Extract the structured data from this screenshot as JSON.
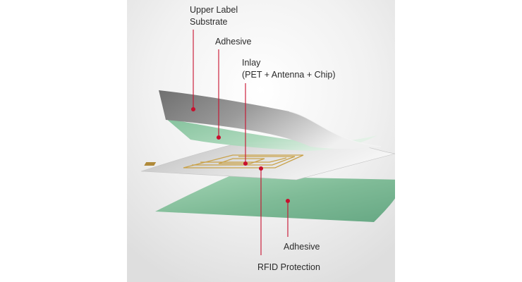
{
  "labels": {
    "upper_label_line1": "Upper Label",
    "upper_label_line2": "Substrate",
    "adhesive_top": "Adhesive",
    "inlay_line1": "Inlay",
    "inlay_line2": "(PET + Antenna + Chip)",
    "adhesive_bottom": "Adhesive",
    "rfid_protection": "RFID Protection"
  },
  "colors": {
    "leader_line": "#c8102e",
    "upper_label_layer": "#8c8c8c",
    "adhesive_layer": "#8cc8a4",
    "inlay_layer": "#d9d9d9",
    "antenna_trace": "#c9a24a",
    "protection_layer": "#7fbf98",
    "label_text": "#2a2a2a"
  }
}
